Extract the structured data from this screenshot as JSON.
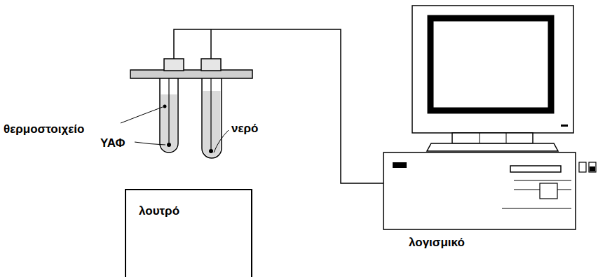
{
  "diagram": {
    "nodes": [
      {
        "text": [
          "λουτρό"
        ]
      }
    ],
    "labels": [
      "θερμοστοιχείο",
      "ΥΑΦ",
      "νερό",
      "λογισμικό"
    ]
  }
}
